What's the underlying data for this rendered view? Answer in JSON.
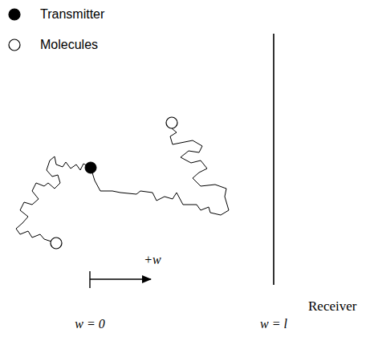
{
  "diagram": {
    "labels": [
      "Receiver",
      "+w",
      "w = 0",
      "w = l"
    ],
    "legend": [
      {
        "text": "Transmitter"
      },
      {
        "text": "Molecules"
      }
    ]
  }
}
